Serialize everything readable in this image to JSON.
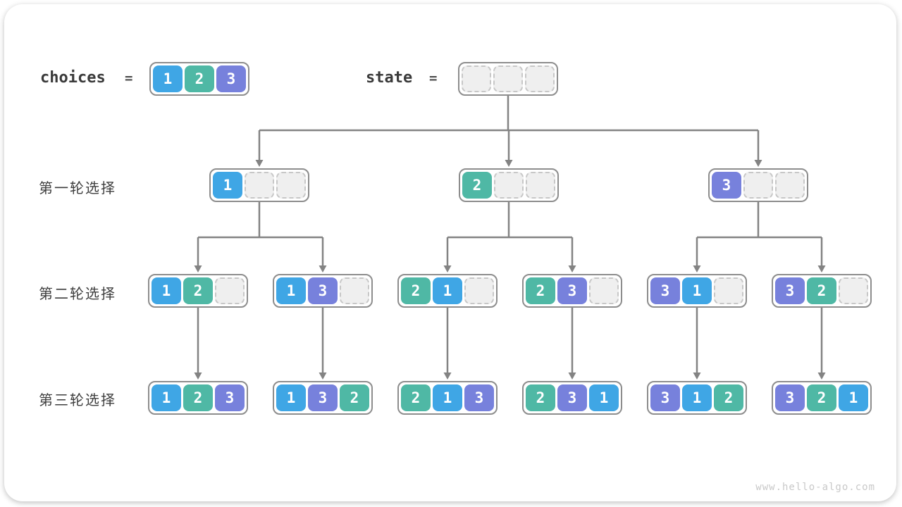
{
  "page": {
    "watermark": "www.hello-algo.com"
  },
  "legend": {
    "choices_label": "choices",
    "choices_equals": "=",
    "choices_values": [
      "1",
      "2",
      "3"
    ],
    "state_label": "state",
    "state_equals": "=",
    "state_values": [
      "",
      "",
      ""
    ]
  },
  "colors": {
    "1": "#3fa6e5",
    "2": "#4fb8a5",
    "3": "#7781dc",
    "line": "#838383"
  },
  "tree": {
    "rows": [
      {
        "label": "第一轮选择",
        "nodes": [
          [
            "1",
            "",
            ""
          ],
          [
            "2",
            "",
            ""
          ],
          [
            "3",
            "",
            ""
          ]
        ]
      },
      {
        "label": "第二轮选择",
        "nodes": [
          [
            "1",
            "2",
            ""
          ],
          [
            "1",
            "3",
            ""
          ],
          [
            "2",
            "1",
            ""
          ],
          [
            "2",
            "3",
            ""
          ],
          [
            "3",
            "1",
            ""
          ],
          [
            "3",
            "2",
            ""
          ]
        ]
      },
      {
        "label": "第三轮选择",
        "nodes": [
          [
            "1",
            "2",
            "3"
          ],
          [
            "1",
            "3",
            "2"
          ],
          [
            "2",
            "1",
            "3"
          ],
          [
            "2",
            "3",
            "1"
          ],
          [
            "3",
            "1",
            "2"
          ],
          [
            "3",
            "2",
            "1"
          ]
        ]
      }
    ]
  }
}
